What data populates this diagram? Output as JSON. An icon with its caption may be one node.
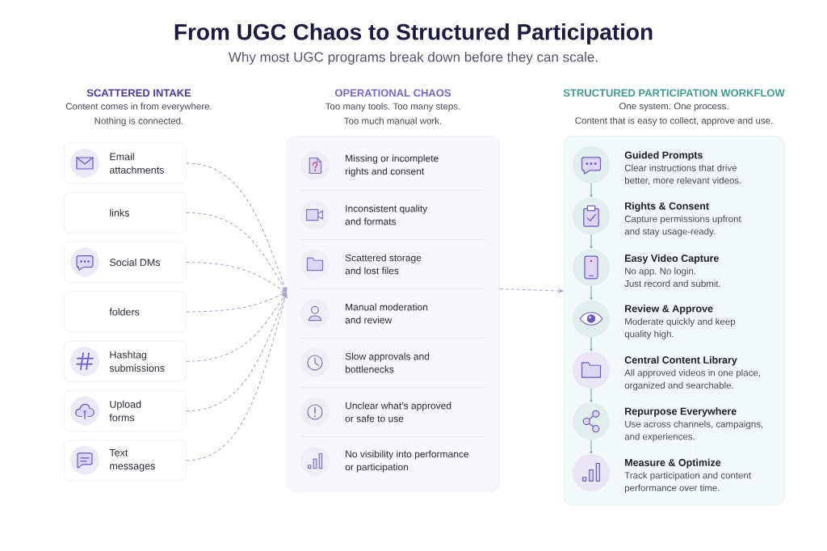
{
  "diagram": {
    "title": "From UGC Chaos to Structured Participation",
    "nodes": [
      {
        "text": [
          "Email attachments"
        ]
      },
      {
        "text": [
          "links"
        ]
      },
      {
        "text": [
          "Social DMs"
        ]
      },
      {
        "text": [
          "folders"
        ]
      },
      {
        "text": [
          "Hashtag submissions"
        ]
      },
      {
        "text": [
          "Upload forms"
        ]
      },
      {
        "text": [
          "Text messages"
        ]
      },
      {
        "text": [
          "OPERATIONAL CHAOS",
          "Too many tools. Too many steps. Too much manual work."
        ]
      },
      {
        "text": [
          "Missing or incomplete rights and consent"
        ],
        "in": 7
      },
      {
        "text": [
          "Inconsistent quality and formats"
        ],
        "in": 7
      },
      {
        "text": [
          "Scattered storage and lost files"
        ],
        "in": 7
      },
      {
        "text": [
          "Manual moderation and review"
        ],
        "in": 7
      },
      {
        "text": [
          "Slow approvals and bottlenecks"
        ],
        "in": 7
      },
      {
        "text": [
          "Unclear what’s approved or safe to use"
        ],
        "in": 7
      },
      {
        "text": [
          "No visibility into performance or participation"
        ],
        "in": 7
      },
      {
        "text": [
          "STRUCTURED PARTICIPATION WORKFLOW",
          "One system. One process. Content that is easy to collect, approve and use."
        ]
      },
      {
        "text": [
          "Guided Prompts",
          "Clear instructions that drive better, more relevant videos."
        ],
        "in": 15
      },
      {
        "text": [
          "Rights & Consent",
          "Capture permissions upfront and stay usage-ready."
        ],
        "in": 15
      },
      {
        "text": [
          "Easy Video Capture",
          "No app. No login. Just record and submit."
        ],
        "in": 15
      },
      {
        "text": [
          "Review & Approve",
          "Moderate quickly and keep quality high."
        ],
        "in": 15
      },
      {
        "text": [
          "Central Content Library",
          "All approved videos in one place, organized and searchable."
        ],
        "in": 15
      },
      {
        "text": [
          "Repurpose Everywhere",
          "Use across channels, campaigns, and experiences."
        ],
        "in": 15
      },
      {
        "text": [
          "Measure & Optimize",
          "Track participation and content performance over time."
        ],
        "in": 15
      }
    ],
    "edges": [
      {
        "from": 0,
        "to": 7,
        "arrow": "to",
        "style": "dashed"
      },
      {
        "from": 1,
        "to": 7,
        "arrow": "to",
        "style": "dashed"
      },
      {
        "from": 2,
        "to": 7,
        "arrow": "to",
        "style": "dashed"
      },
      {
        "from": 3,
        "to": 7,
        "arrow": "to",
        "style": "dashed"
      },
      {
        "from": 4,
        "to": 7,
        "arrow": "to",
        "style": "dashed"
      },
      {
        "from": 5,
        "to": 7,
        "arrow": "to",
        "style": "dashed"
      },
      {
        "from": 6,
        "to": 7,
        "arrow": "to",
        "style": "dashed"
      },
      {
        "from": 7,
        "to": 15,
        "arrow": "to",
        "style": "dashed"
      },
      {
        "from": 16,
        "to": 17,
        "arrow": "to",
        "color": "#5aa69c"
      },
      {
        "from": 17,
        "to": 18,
        "arrow": "to",
        "color": "#5aa69c"
      },
      {
        "from": 18,
        "to": 19,
        "arrow": "to",
        "color": "#5aa69c"
      },
      {
        "from": 19,
        "to": 20,
        "arrow": "to",
        "color": "#5aa69c"
      },
      {
        "from": 20,
        "to": 21,
        "arrow": "to",
        "color": "#5aa69c"
      },
      {
        "from": 21,
        "to": 22,
        "arrow": "to",
        "color": "#5aa69c"
      }
    ],
    "labels": [
      "Why most UGC programs break down before they can scale.",
      "SCATTERED INTAKE",
      "Content comes in from everywhere. Nothing is connected."
    ]
  }
}
